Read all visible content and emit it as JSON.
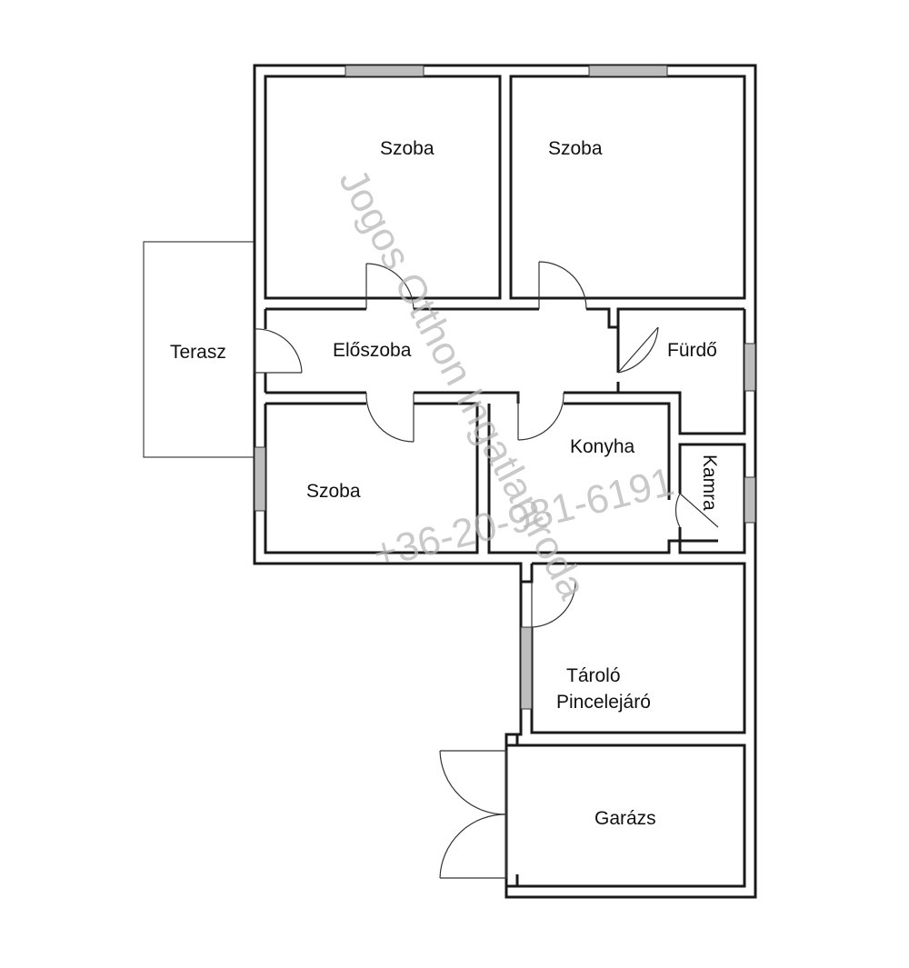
{
  "rooms": {
    "szoba_top_left": "Szoba",
    "szoba_top_right": "Szoba",
    "terasz": "Terasz",
    "eloszoba": "Előszoba",
    "furdo": "Fürdő",
    "szoba_bottom": "Szoba",
    "konyha": "Konyha",
    "kamra": "Kamra",
    "tarolo_line1": "Tároló",
    "tarolo_line2": "Pincelejáró",
    "garazs": "Garázs"
  },
  "watermark": {
    "text1": "Jogos Otthon Ingatlaniroda",
    "text2": "+36-20-981-6191"
  }
}
